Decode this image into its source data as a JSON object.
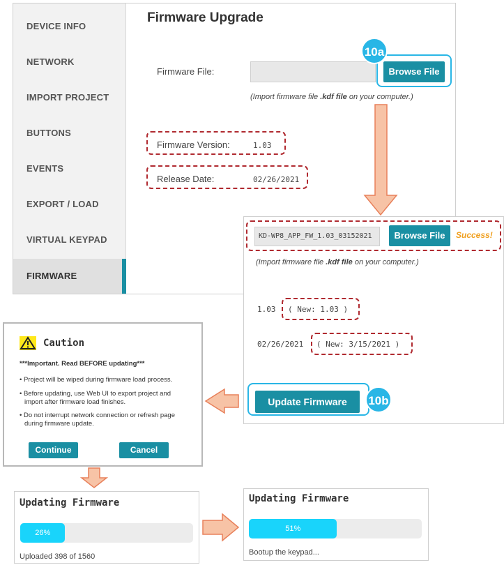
{
  "sidebar": {
    "items": [
      {
        "label": "DEVICE INFO"
      },
      {
        "label": "NETWORK"
      },
      {
        "label": "IMPORT PROJECT"
      },
      {
        "label": "BUTTONS"
      },
      {
        "label": "EVENTS"
      },
      {
        "label": "EXPORT / LOAD"
      },
      {
        "label": "VIRTUAL KEYPAD"
      },
      {
        "label": "FIRMWARE"
      }
    ],
    "active": "FIRMWARE"
  },
  "firmware": {
    "title": "Firmware Upgrade",
    "file_label": "Firmware File:",
    "browse_label": "Browse File",
    "hint_prefix": "(Import firmware file ",
    "hint_bold": ".kdf file",
    "hint_suffix": " on your computer.)",
    "version_label": "Firmware Version:",
    "version_value": "1.03",
    "date_label": "Release Date:",
    "date_value": "02/26/2021"
  },
  "callouts": {
    "step_a": "10a",
    "step_b": "10b"
  },
  "upload": {
    "file_name": "KD-WP8_APP_FW_1.03_03152021",
    "browse_label": "Browse File",
    "success_text": "Success!",
    "hint_prefix": "(Import firmware file ",
    "hint_bold": ".kdf file",
    "hint_suffix": " on your computer.)",
    "current_version": "1.03",
    "new_version_text": "( New: 1.03 )",
    "current_date": "02/26/2021",
    "new_date_text": "( New: 3/15/2021 )",
    "update_label": "Update Firmware"
  },
  "caution": {
    "title": "Caution",
    "important": "***Important. Read BEFORE updating***",
    "bullets": [
      "• Project will be wiped during firmware load process.",
      "• Before updating, use Web UI to export project and",
      "import after firmware load finishes.",
      "• Do not interrupt network connection or refresh page",
      "during firmware update."
    ],
    "continue_label": "Continue",
    "cancel_label": "Cancel"
  },
  "progress": [
    {
      "title": "Updating Firmware",
      "percent_text": "26%",
      "percent": 26,
      "status": "Uploaded 398 of 1560"
    },
    {
      "title": "Updating Firmware",
      "percent_text": "51%",
      "percent": 51,
      "status": "Bootup the keypad..."
    }
  ],
  "colors": {
    "teal": "#1a8fa3",
    "callout_blue": "#29b6e6",
    "dash_red": "#b02a30",
    "success_orange": "#f0a020",
    "progress_fill": "#19d4fb",
    "arrow_fill": "#f7c3a6",
    "arrow_stroke": "#e8805a"
  }
}
